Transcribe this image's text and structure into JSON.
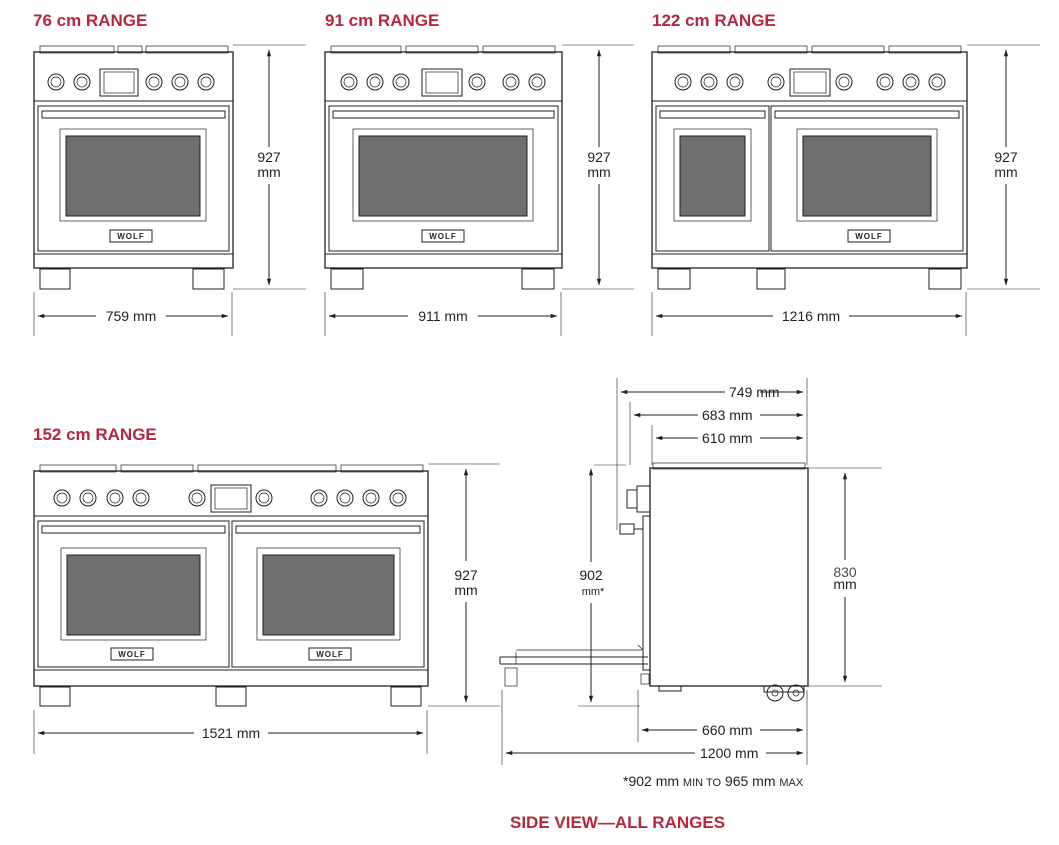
{
  "titles": {
    "r76": "76 cm RANGE",
    "r91": "91 cm RANGE",
    "r122": "122 cm RANGE",
    "r152": "152 cm RANGE",
    "side": "SIDE VIEW—ALL RANGES"
  },
  "brand": "WOLF",
  "dimensions": {
    "height_value": "927",
    "height_unit": "mm",
    "w76": "759 mm",
    "w91": "911 mm",
    "w122": "1216 mm",
    "w152": "1521 mm",
    "side_depth_total": "749 mm",
    "side_depth_mid": "683 mm",
    "side_depth_body": "610 mm",
    "side_height_value": "902",
    "side_height_unit": "mm*",
    "side_cabinet_value": "830",
    "side_cabinet_unit": "mm",
    "side_body_depth": "660 mm",
    "side_door_open": "1200 mm"
  },
  "footnote": {
    "prefix": "*902 mm ",
    "min": "MIN TO",
    "mid": " 965 mm ",
    "max": "MAX"
  },
  "colors": {
    "title": "#b5273f",
    "line": "#231f20",
    "glass": "#6d6e70"
  }
}
